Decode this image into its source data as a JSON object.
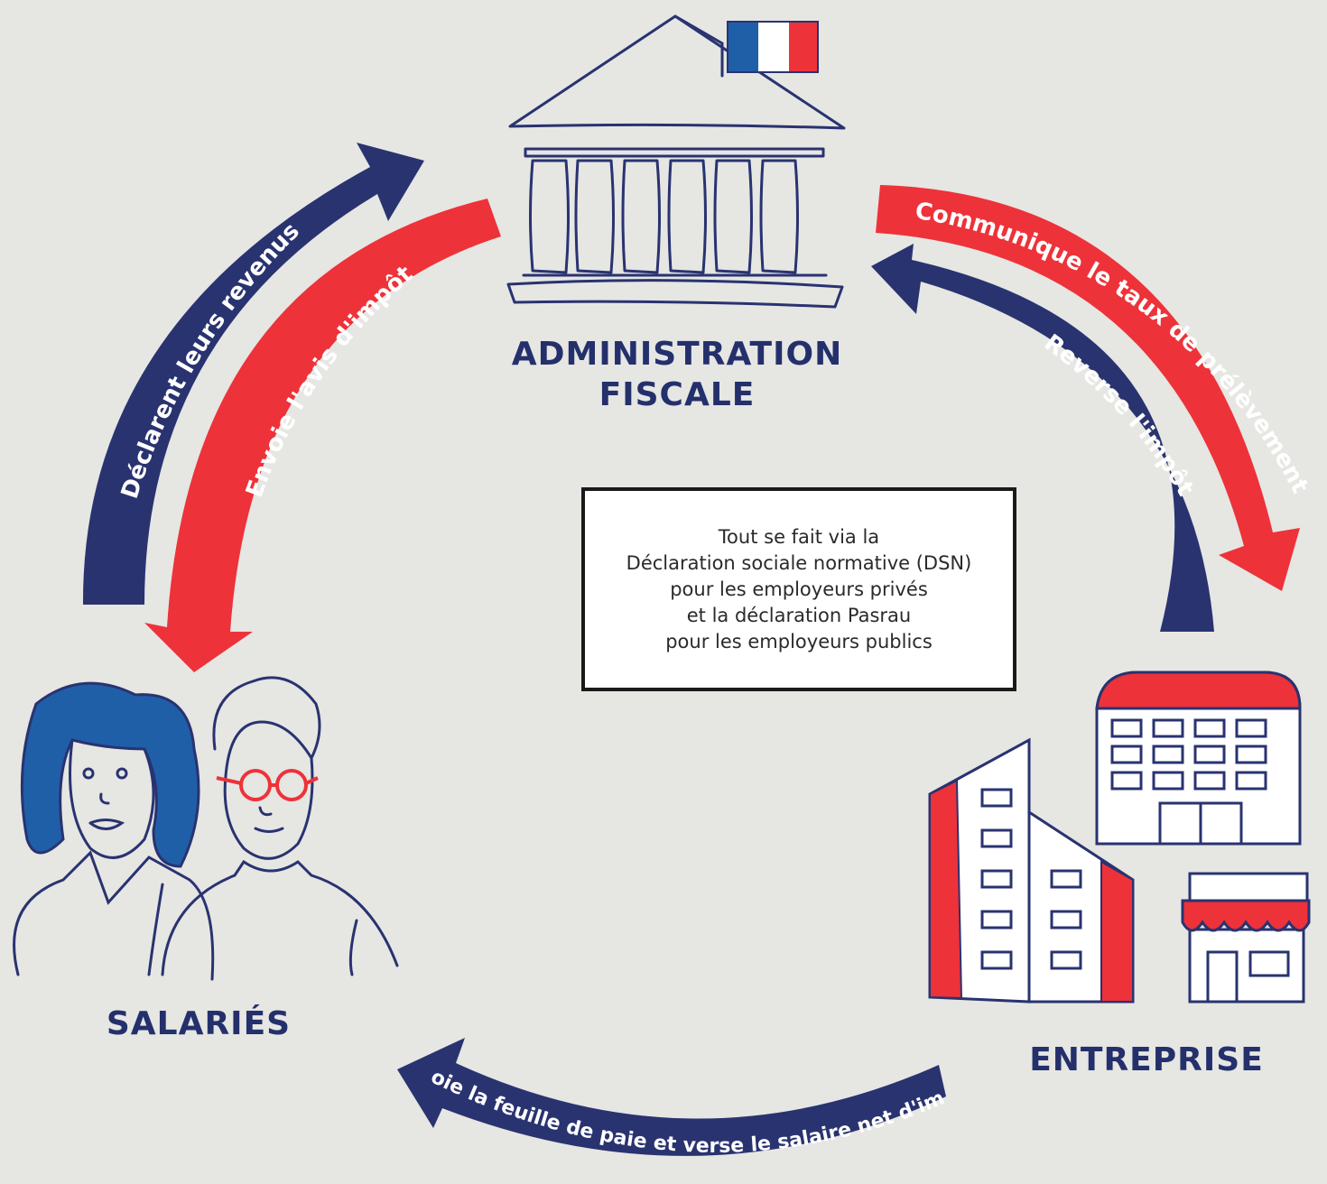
{
  "colors": {
    "navy": "#293370",
    "red": "#ee3239",
    "blue": "#1f5fa8",
    "background": "#e6e6e3"
  },
  "nodes": {
    "administration": {
      "line1": "ADMINISTRATION",
      "line2": "FISCALE"
    },
    "salaries": {
      "label": "SALARIÉS"
    },
    "entreprise": {
      "label": "ENTREPRISE"
    }
  },
  "arrows": {
    "declarent": "Déclarent leurs revenus",
    "envoie_avis": "Envoie l'avis d'impôt",
    "communique": "Communique le taux de prélèvement",
    "reverse": "Reverse l'impôt",
    "feuille_paie": "Envoie la feuille de paie et verse le salaire net d'impôt"
  },
  "info_box": {
    "line1": "Tout se fait via la",
    "line2": "Déclaration sociale normative (DSN)",
    "line3": "pour les employeurs privés",
    "line4": "et la déclaration Pasrau",
    "line5": "pour les employeurs publics"
  },
  "icons": [
    "flag-icon",
    "building-icon",
    "people-icon",
    "office-buildings-icon",
    "shop-icon"
  ]
}
